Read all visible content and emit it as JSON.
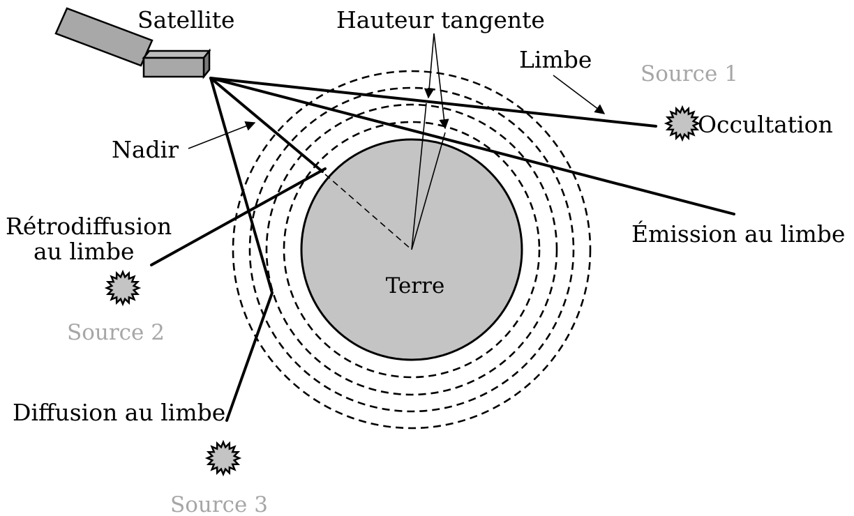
{
  "labels": {
    "satellite": "Satellite",
    "tangent_height": "Hauteur tangente",
    "limb": "Limbe",
    "source1": "Source 1",
    "occultation": "Occultation",
    "nadir": "Nadir",
    "retro_line1": "Rétrodiffusion",
    "retro_line2": "au limbe",
    "limb_emission": "Émission au limbe",
    "earth": "Terre",
    "source2": "Source 2",
    "limb_scattering": "Diffusion au limbe",
    "source3": "Source 3"
  },
  "colors": {
    "earth_fill": "#c4c4c4",
    "satellite_fill": "#a8a8a8",
    "source_fill": "#c4c4c4",
    "source_label": "#a6a6a6",
    "lines": "#000000"
  }
}
